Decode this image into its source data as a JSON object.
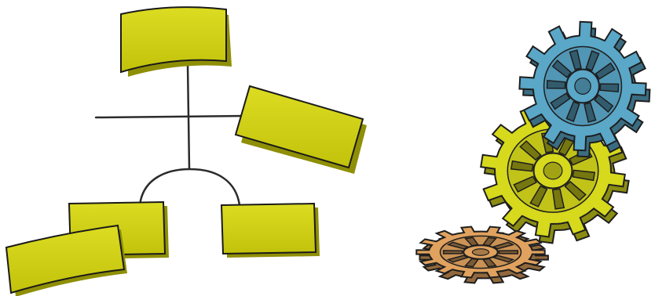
{
  "scene": {
    "description_visible_text": "",
    "colors": {
      "panel_yellow": "#cfcf12",
      "panel_yellow_shadow": "#9c9c08",
      "panel_outline": "#1a1a1a",
      "connector_line": "#2b2b2b",
      "gear_blue": "#5aa7c8",
      "gear_yellow": "#d6d91c",
      "gear_orange": "#e0a25e",
      "gear_outline": "#1e1e1e"
    },
    "diagram": {
      "panels": [
        "top-panel",
        "right-tilted-panel",
        "bottom-left-panel",
        "bottom-left-fallen-panel",
        "bottom-right-panel"
      ]
    },
    "gears": [
      "blue-gear",
      "yellow-gear",
      "orange-gear"
    ]
  }
}
